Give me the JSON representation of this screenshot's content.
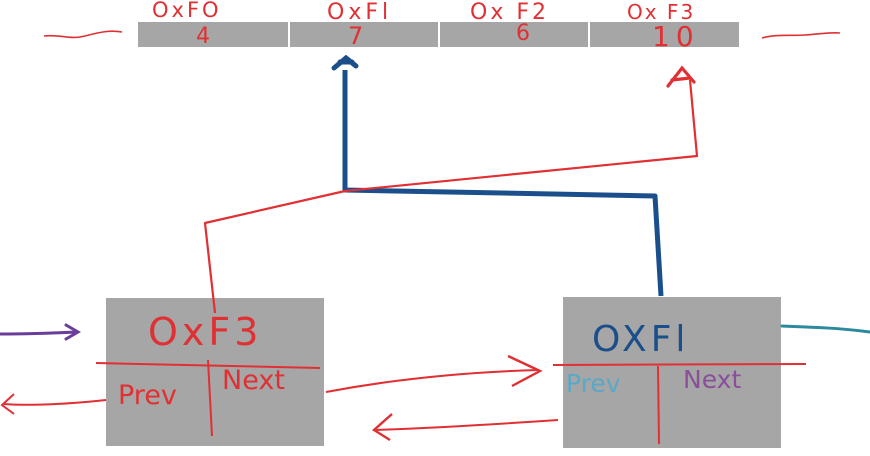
{
  "memory": {
    "cells": [
      {
        "address": "OxFO",
        "value": "4"
      },
      {
        "address": "OxFl",
        "value": "7"
      },
      {
        "address": "Ox F2",
        "value": "6"
      },
      {
        "address": "Ox F3",
        "value": "10"
      }
    ]
  },
  "nodes": {
    "left": {
      "address": "OxF3",
      "prev_label": "Prev",
      "next_label": "Next"
    },
    "right": {
      "address": "OXFl",
      "prev_label": "Prev",
      "next_label": "Next"
    }
  },
  "colors": {
    "ink_red": "#e03033",
    "ink_blue": "#1a4f8c",
    "cell_gray": "#a6a6a6",
    "purple_ink": "#6a3d9a",
    "teal_ink": "#2b8a9e"
  }
}
